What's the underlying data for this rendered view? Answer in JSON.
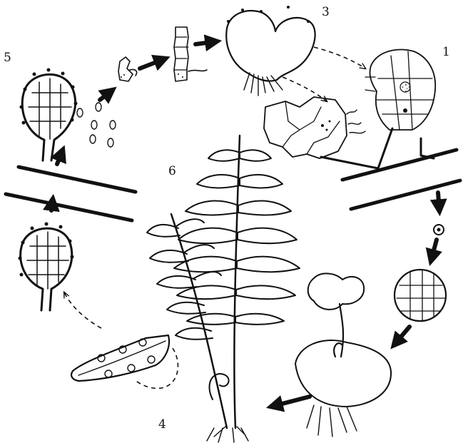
{
  "labels": {
    "stage_1": "1",
    "stage_3": "3",
    "stage_4": "4",
    "stage_5": "5",
    "stage_6": "6"
  },
  "colors": {
    "ink": "#111111",
    "background": "#ffffff"
  }
}
